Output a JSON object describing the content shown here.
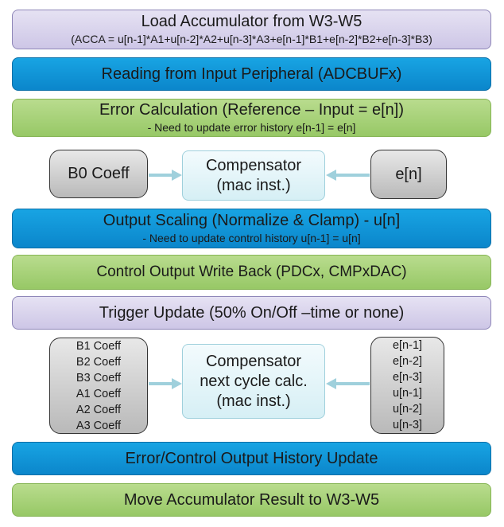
{
  "steps": {
    "load": {
      "title": "Load Accumulator from W3-W5",
      "formula": "(ACCA = u[n-1]*A1+u[n-2]*A2+u[n-3]*A3+e[n-1]*B1+e[n-2]*B2+e[n-3]*B3)"
    },
    "read": {
      "title": "Reading from Input Peripheral (ADCBUFx)"
    },
    "error": {
      "title": "Error Calculation (Reference – Input = e[n])",
      "note": "- Need to update error history e[n-1] = e[n]"
    },
    "stage1": {
      "left": "B0 Coeff",
      "center_line1": "Compensator",
      "center_line2": "(mac inst.)",
      "right": "e[n]"
    },
    "scaling": {
      "title": "Output Scaling (Normalize & Clamp) - u[n]",
      "note": "- Need to update control history u[n-1] = u[n]"
    },
    "writeback": {
      "title": "Control Output Write Back (PDCx, CMPxDAC)"
    },
    "trigger": {
      "title": "Trigger Update (50% On/Off –time or none)"
    },
    "stage2": {
      "coeffs": [
        "B1 Coeff",
        "B2 Coeff",
        "B3 Coeff",
        "A1 Coeff",
        "A2 Coeff",
        "A3 Coeff"
      ],
      "center_line1": "Compensator",
      "center_line2": "next cycle calc.",
      "center_line3": "(mac inst.)",
      "history": [
        "e[n-1]",
        "e[n-2]",
        "e[n-3]",
        "u[n-1]",
        "u[n-2]",
        "u[n-3]"
      ]
    },
    "history_update": {
      "title": "Error/Control Output History Update"
    },
    "move": {
      "title": "Move Accumulator Result to W3-W5"
    }
  },
  "colors": {
    "purple": "#cdc6e6",
    "blue": "#0b86cb",
    "green": "#97c866",
    "arrow": "#9fd0dc"
  }
}
